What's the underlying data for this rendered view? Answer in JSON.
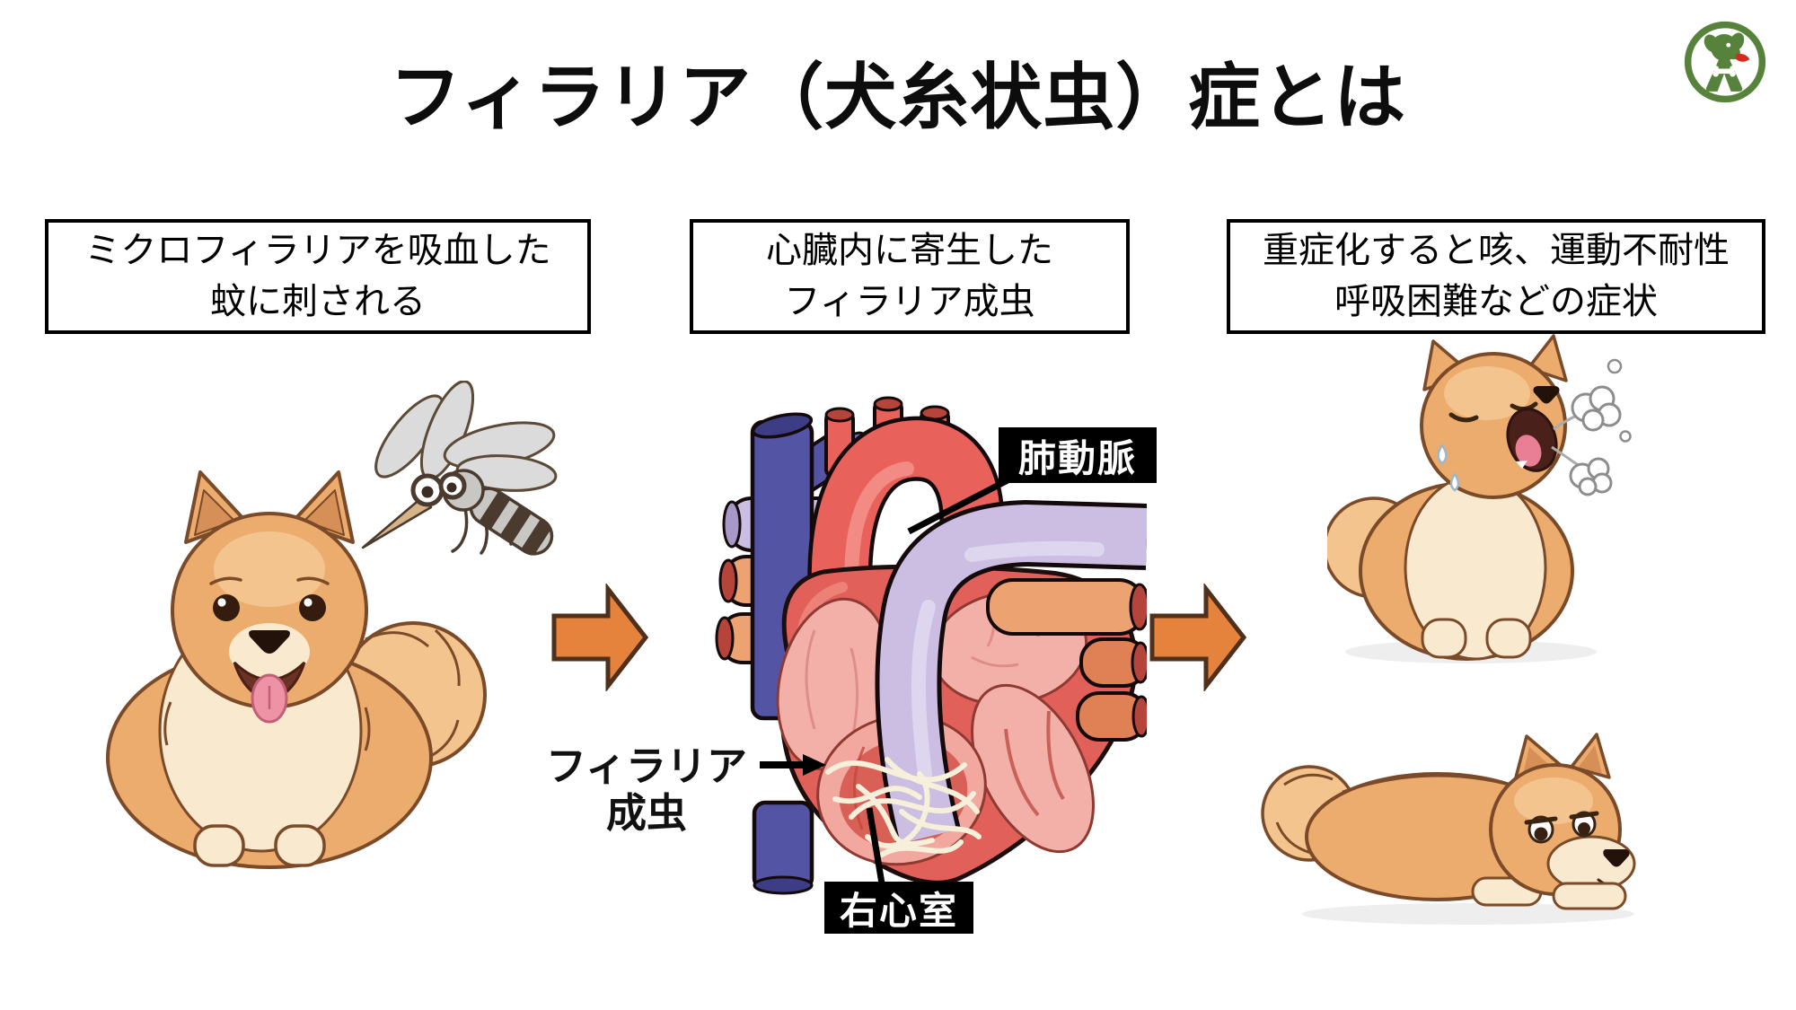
{
  "title": "フィラリア（犬糸状虫）症とは",
  "logo": {
    "name": "green-dog-circle-logo"
  },
  "panels": {
    "left": {
      "caption_line1": "ミクロフィラリアを吸血した",
      "caption_line2": "蚊に刺される"
    },
    "middle": {
      "caption_line1": "心臓内に寄生した",
      "caption_line2": "フィラリア成虫"
    },
    "right": {
      "caption_line1": "重症化すると咳、運動不耐性",
      "caption_line2": "呼吸困難などの症状"
    }
  },
  "heart_labels": {
    "pulmonary_artery": "肺動脈",
    "filaria_line1": "フィラリア",
    "filaria_line2": "成虫",
    "right_ventricle": "右心室"
  },
  "colors": {
    "arrow_fill": "#E5823C",
    "arrow_stroke": "#50301A",
    "label_bg": "#000000",
    "label_text": "#FFFFFF",
    "logo_green": "#57823B",
    "logo_red": "#D42B1E",
    "heart_red": "#E2605A",
    "chamber_pink": "#F3B0A9",
    "vein_blue": "#5354A4",
    "artery_lavender": "#CBBEE2",
    "vessel_salmon": "#EDA271",
    "vessel_opening_red": "#B5443A",
    "worm_cream": "#F6EFD9",
    "dog_fur": "#ECAC6E",
    "dog_cream": "#F9E9CF"
  }
}
